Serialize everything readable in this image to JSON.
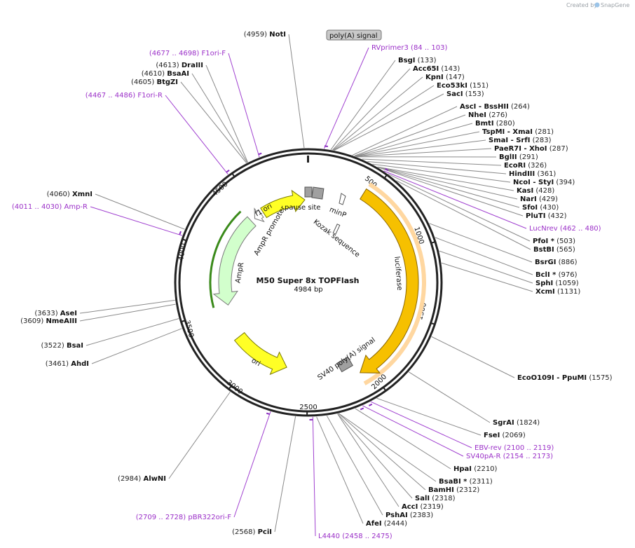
{
  "brand": {
    "prefix": "Created by",
    "name": "SnapGene"
  },
  "plasmid": {
    "name": "M50 Super 8x TOPFlash",
    "length_label": "4984 bp",
    "length": 4984
  },
  "ticks": [
    "500",
    "1000",
    "1500",
    "2000",
    "2500",
    "3000",
    "3500",
    "4000",
    "4500"
  ],
  "features": {
    "f1ori": "f1 ori",
    "amppromoter": "AmpR promoter",
    "ampr": "AmpR",
    "ori": "ori",
    "pausesite": "pause site",
    "minp": "minP",
    "kozak": "Kozak sequence",
    "luciferase": "luciferase",
    "sv40": "SV40 poly(A) signal",
    "polya": "poly(A) signal"
  },
  "sites": [
    {
      "id": "noti",
      "name": "NotI",
      "pos": "(4959)",
      "bp": 4959
    },
    {
      "id": "f1orif",
      "name": "F1ori-F",
      "pos": "(4677 .. 4698)",
      "bp": 4688,
      "primer": true
    },
    {
      "id": "draiii",
      "name": "DraIII",
      "pos": "(4613)",
      "bp": 4613
    },
    {
      "id": "bsaai",
      "name": "BsaAI",
      "pos": "(4610)",
      "bp": 4610
    },
    {
      "id": "btgzi",
      "name": "BtgZI",
      "pos": "(4605)",
      "bp": 4605
    },
    {
      "id": "f1orir",
      "name": "F1ori-R",
      "pos": "(4467 .. 4486)",
      "bp": 4477,
      "primer": true
    },
    {
      "id": "xmni",
      "name": "XmnI",
      "pos": "(4060)",
      "bp": 4060
    },
    {
      "id": "ampr_p",
      "name": "Amp-R",
      "pos": "(4011 .. 4030)",
      "bp": 4020,
      "primer": true
    },
    {
      "id": "asei",
      "name": "AseI",
      "pos": "(3633)",
      "bp": 3633
    },
    {
      "id": "nmeaiii",
      "name": "NmeAIII",
      "pos": "(3609)",
      "bp": 3609
    },
    {
      "id": "bsai",
      "name": "BsaI",
      "pos": "(3522)",
      "bp": 3522
    },
    {
      "id": "ahdi",
      "name": "AhdI",
      "pos": "(3461)",
      "bp": 3461
    },
    {
      "id": "alwni",
      "name": "AlwNI",
      "pos": "(2984)",
      "bp": 2984
    },
    {
      "id": "pbr",
      "name": "pBR322ori-F",
      "pos": "(2709 .. 2728)",
      "bp": 2718,
      "primer": true
    },
    {
      "id": "pcii",
      "name": "PciI",
      "pos": "(2568)",
      "bp": 2568
    },
    {
      "id": "l4440",
      "name": "L4440",
      "pos": "(2458 .. 2475)",
      "bp": 2466,
      "primer": true
    },
    {
      "id": "rvprimer3",
      "name": "RVprimer3",
      "pos": "(84 .. 103)",
      "bp": 93,
      "primer": true
    },
    {
      "id": "bsgi",
      "name": "BsgI",
      "pos": "(133)",
      "bp": 133
    },
    {
      "id": "acc65i",
      "name": "Acc65I",
      "pos": "(143)",
      "bp": 143
    },
    {
      "id": "kpni",
      "name": "KpnI",
      "pos": "(147)",
      "bp": 147
    },
    {
      "id": "eco53ki",
      "name": "Eco53kI",
      "pos": "(151)",
      "bp": 151
    },
    {
      "id": "saci",
      "name": "SacI",
      "pos": "(153)",
      "bp": 153
    },
    {
      "id": "asci",
      "name": "AscI  - BssHII",
      "pos": "(264)",
      "bp": 264
    },
    {
      "id": "nhei",
      "name": "NheI",
      "pos": "(276)",
      "bp": 276
    },
    {
      "id": "bmti",
      "name": "BmtI",
      "pos": "(280)",
      "bp": 280
    },
    {
      "id": "tspmi",
      "name": "TspMI  - XmaI",
      "pos": "(281)",
      "bp": 281
    },
    {
      "id": "smai",
      "name": "SmaI  - SrfI",
      "pos": "(283)",
      "bp": 283
    },
    {
      "id": "paer7i",
      "name": "PaeR7I  - XhoI",
      "pos": "(287)",
      "bp": 287
    },
    {
      "id": "bglii",
      "name": "BglII",
      "pos": "(291)",
      "bp": 291
    },
    {
      "id": "ecori",
      "name": "EcoRI",
      "pos": "(326)",
      "bp": 326
    },
    {
      "id": "hindiii",
      "name": "HindIII",
      "pos": "(361)",
      "bp": 361
    },
    {
      "id": "ncoi",
      "name": "NcoI  - StyI",
      "pos": "(394)",
      "bp": 394
    },
    {
      "id": "kasi",
      "name": "KasI",
      "pos": "(428)",
      "bp": 428
    },
    {
      "id": "nari",
      "name": "NarI",
      "pos": "(429)",
      "bp": 429
    },
    {
      "id": "sfoi",
      "name": "SfoI",
      "pos": "(430)",
      "bp": 430
    },
    {
      "id": "pluti",
      "name": "PluTI",
      "pos": "(432)",
      "bp": 432
    },
    {
      "id": "lucnrev",
      "name": "LucNrev",
      "pos": "(462 .. 480)",
      "bp": 471,
      "primer": true
    },
    {
      "id": "pfoi",
      "name": "PfoI *",
      "pos": "(503)",
      "bp": 503
    },
    {
      "id": "bstbi",
      "name": "BstBI",
      "pos": "(565)",
      "bp": 565
    },
    {
      "id": "bsrgi",
      "name": "BsrGI",
      "pos": "(886)",
      "bp": 886
    },
    {
      "id": "bcli",
      "name": "BclI *",
      "pos": "(976)",
      "bp": 976
    },
    {
      "id": "sphi",
      "name": "SphI",
      "pos": "(1059)",
      "bp": 1059
    },
    {
      "id": "xcmi",
      "name": "XcmI",
      "pos": "(1131)",
      "bp": 1131
    },
    {
      "id": "eco0109i",
      "name": "EcoO109I  - PpuMI",
      "pos": "(1575)",
      "bp": 1575
    },
    {
      "id": "sgrai",
      "name": "SgrAI",
      "pos": "(1824)",
      "bp": 1824
    },
    {
      "id": "fsei",
      "name": "FseI",
      "pos": "(2069)",
      "bp": 2069
    },
    {
      "id": "ebvrev",
      "name": "EBV-rev",
      "pos": "(2100 .. 2119)",
      "bp": 2110,
      "primer": true
    },
    {
      "id": "sv40par",
      "name": "SV40pA-R",
      "pos": "(2154 .. 2173)",
      "bp": 2164,
      "primer": true
    },
    {
      "id": "hpai",
      "name": "HpaI",
      "pos": "(2210)",
      "bp": 2210
    },
    {
      "id": "bsabi",
      "name": "BsaBI *",
      "pos": "(2311)",
      "bp": 2311
    },
    {
      "id": "bamhi",
      "name": "BamHI",
      "pos": "(2312)",
      "bp": 2312
    },
    {
      "id": "sali",
      "name": "SalI",
      "pos": "(2318)",
      "bp": 2318
    },
    {
      "id": "acci",
      "name": "AccI",
      "pos": "(2319)",
      "bp": 2319
    },
    {
      "id": "pshai",
      "name": "PshAI",
      "pos": "(2383)",
      "bp": 2383
    },
    {
      "id": "afei",
      "name": "AfeI",
      "pos": "(2444)",
      "bp": 2444
    }
  ]
}
